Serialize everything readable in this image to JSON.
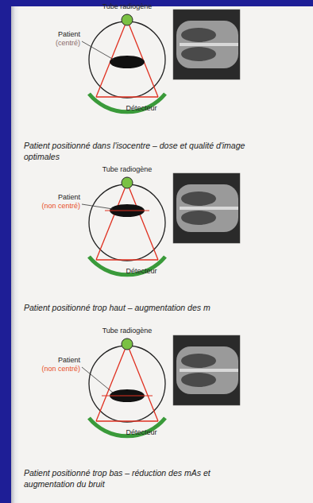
{
  "diagram": {
    "labels": [
      "Tube radiogène",
      "Patient",
      "(centré)",
      "Détecteur",
      "Patient positionné dans l'isocentre – dose et qualité d'image optimales",
      "Tube radiogène",
      "Patient",
      "(non centré)",
      "Détecteur",
      "Patient positionné trop haut – augmentation des m",
      "Tube radiogène",
      "Patient",
      "(non centré)",
      "Détecteur",
      "Patient positionné trop bas – réduction des mAs et augmentation du bruit"
    ]
  }
}
